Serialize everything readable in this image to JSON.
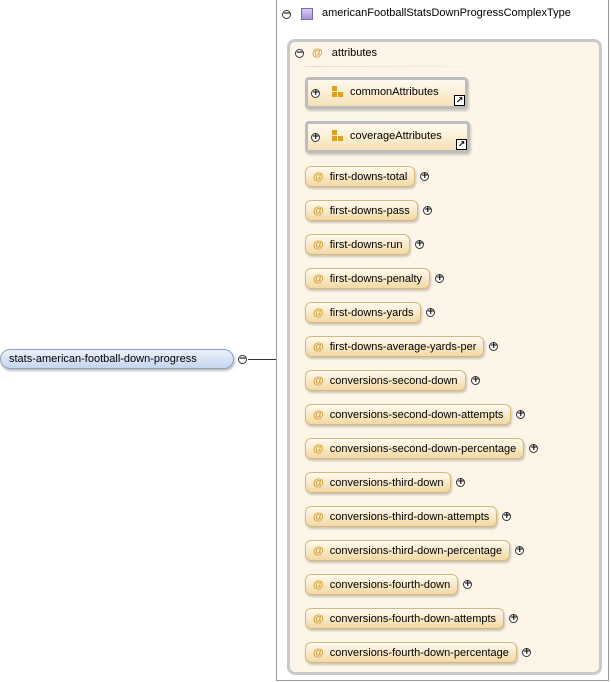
{
  "root_element": {
    "label": "stats-american-football-down-progress",
    "toggle": "−"
  },
  "complex_type": {
    "name": "americanFootballStatsDownProgressComplexType",
    "toggle": "−"
  },
  "attributes_group": {
    "label": "attributes",
    "toggle": "−",
    "at_symbol": "@"
  },
  "attribute_groups": [
    {
      "label": "commonAttributes",
      "toggle": "+",
      "link": "↗"
    },
    {
      "label": "coverageAttributes",
      "toggle": "+",
      "link": "↗"
    }
  ],
  "attributes": [
    {
      "label": "first-downs-total"
    },
    {
      "label": "first-downs-pass"
    },
    {
      "label": "first-downs-run"
    },
    {
      "label": "first-downs-penalty"
    },
    {
      "label": "first-downs-yards"
    },
    {
      "label": "first-downs-average-yards-per"
    },
    {
      "label": "conversions-second-down"
    },
    {
      "label": "conversions-second-down-attempts"
    },
    {
      "label": "conversions-second-down-percentage"
    },
    {
      "label": "conversions-third-down"
    },
    {
      "label": "conversions-third-down-attempts"
    },
    {
      "label": "conversions-third-down-percentage"
    },
    {
      "label": "conversions-fourth-down"
    },
    {
      "label": "conversions-fourth-down-attempts"
    },
    {
      "label": "conversions-fourth-down-percentage"
    }
  ],
  "symbols": {
    "at": "@",
    "expand": "+"
  },
  "colors": {
    "root_fill": "#c4d6ef",
    "attribute_fill": "#f3d9a4",
    "attribute_border": "#d8b878",
    "group_border": "#bdbdbd",
    "at_symbol": "#d39a2a"
  }
}
